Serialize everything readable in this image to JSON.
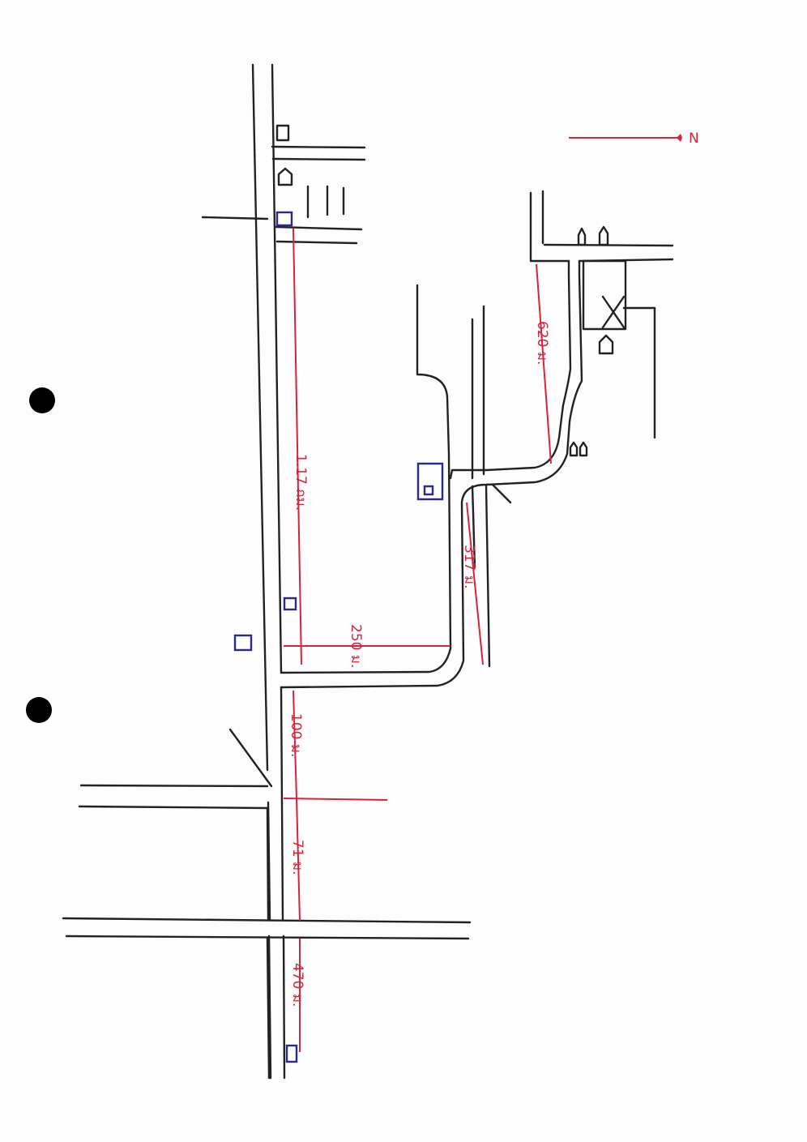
{
  "map": {
    "north_label": "N",
    "distances": {
      "d_1170": "1.17 กม.",
      "d_250": "250 ม.",
      "d_317": "317 ม.",
      "d_620": "620 ม.",
      "d_100": "100 ม.",
      "d_71": "71 ม.",
      "d_470": "470 ม."
    }
  },
  "colors": {
    "ink": "#222222",
    "measure": "#d6243a",
    "marker": "#2a2a8a"
  }
}
